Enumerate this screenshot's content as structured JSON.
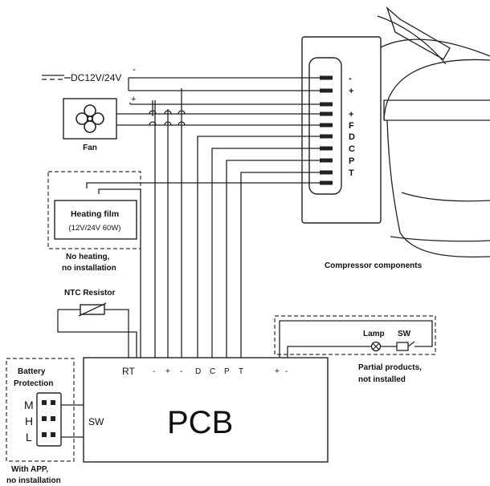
{
  "power": {
    "label": "DC12V/24V",
    "minus": "-",
    "plus": "+"
  },
  "fan": {
    "label": "Fan"
  },
  "heating_film": {
    "title": "Heating film",
    "spec": "(12V/24V 60W)",
    "note_line1": "No heating,",
    "note_line2": "no installation"
  },
  "compressor": {
    "label": "Compressor components",
    "terminals": [
      "-",
      "+",
      "+",
      "F",
      "D",
      "C",
      "P",
      "T"
    ]
  },
  "ntc": {
    "label": "NTC Resistor"
  },
  "lamp_group": {
    "lamp": "Lamp",
    "sw": "SW",
    "note_line1": "Partial products,",
    "note_line2": "not installed"
  },
  "battery": {
    "title_line1": "Battery",
    "title_line2": "Protection",
    "levels": [
      "M",
      "H",
      "L"
    ],
    "note_line1": "With APP,",
    "note_line2": "no installation"
  },
  "pcb": {
    "label": "PCB",
    "rt": "RT",
    "sw": "SW",
    "pins": [
      "-",
      "+",
      "-",
      "D",
      "C",
      "P",
      "T"
    ],
    "lamp_pins": [
      "+",
      "-"
    ]
  }
}
